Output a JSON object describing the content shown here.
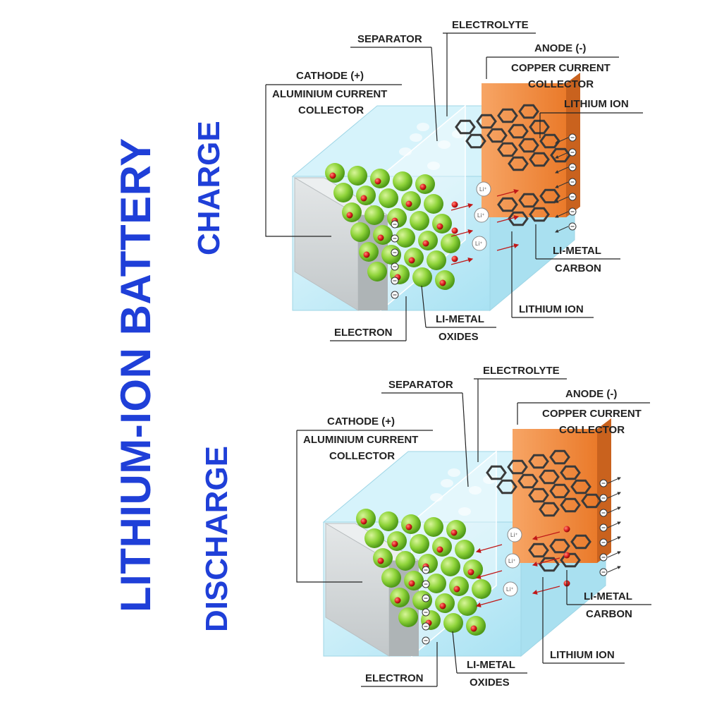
{
  "title": "LITHIUM-ION BATTERY",
  "panels": [
    {
      "name": "CHARGE",
      "labels": {
        "separator": "SEPARATOR",
        "electrolyte": "ELECTROLYTE",
        "anode": "ANODE (-)",
        "copper_collector": [
          "COPPER CURRENT",
          "COLLECTOR"
        ],
        "lithium_ion_top": "LITHIUM ION",
        "cathode": "CATHODE (+)",
        "aluminium_collector": [
          "ALUMINIUM CURRENT",
          "COLLECTOR"
        ],
        "li_metal_carbon": [
          "LI-METAL",
          "CARBON"
        ],
        "lithium_ion_bottom": "LITHIUM ION",
        "electron": "ELECTRON",
        "li_metal_oxides": [
          "LI-METAL",
          "OXIDES"
        ]
      },
      "ion_symbol": "Li⁺",
      "ion_direction": "to-anode"
    },
    {
      "name": "DISCHARGE",
      "labels": {
        "separator": "SEPARATOR",
        "electrolyte": "ELECTROLYTE",
        "anode": "ANODE (-)",
        "copper_collector": [
          "COPPER CURRENT",
          "COLLECTOR"
        ],
        "cathode": "CATHODE (+)",
        "aluminium_collector": [
          "ALUMINIUM CURRENT",
          "COLLECTOR"
        ],
        "li_metal_carbon": [
          "LI-METAL",
          "CARBON"
        ],
        "lithium_ion_bottom": "LITHIUM ION",
        "electron": "ELECTRON",
        "li_metal_oxides": [
          "LI-METAL",
          "OXIDES"
        ]
      },
      "ion_symbol": "Li⁺",
      "ion_direction": "to-cathode"
    }
  ],
  "colors": {
    "title": "#1f3fd8",
    "electrolyte": "#bfeaf6",
    "cathode_collector": "#d2d6d8",
    "anode_collector": "#f08a3c",
    "li_metal_oxide": "#8fd43a",
    "lithium_ion": "#e02020",
    "carbon_lattice": "#333333",
    "leader_line": "#222222"
  }
}
